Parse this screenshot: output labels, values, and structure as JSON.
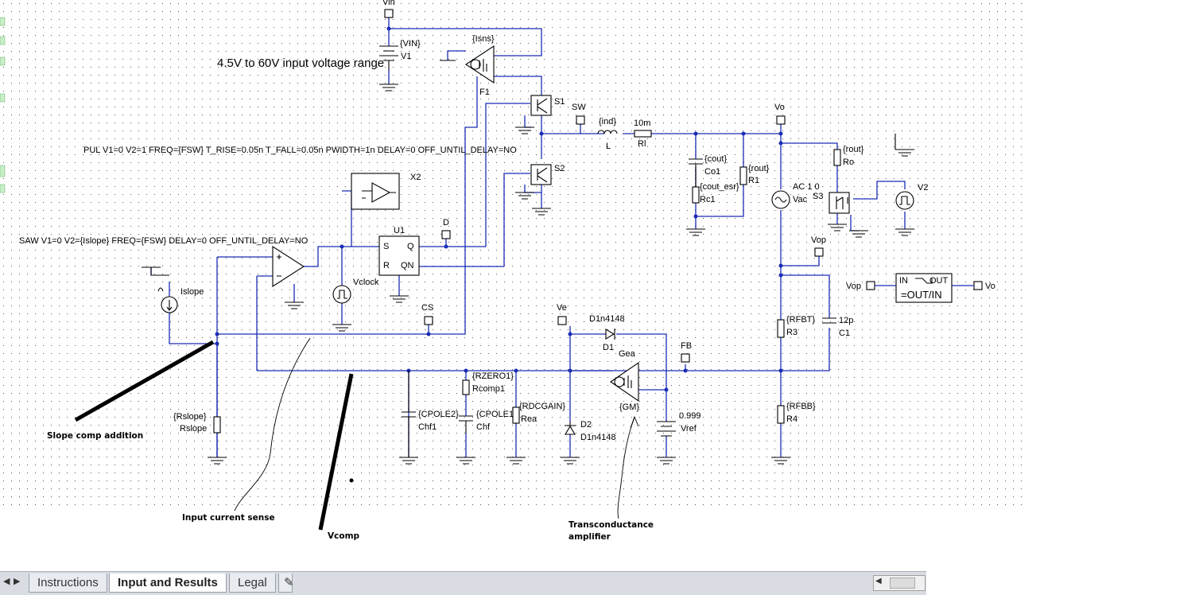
{
  "schematic": {
    "note_input_range": "4.5V to 60V input voltage range",
    "pulse_source_spec": "PUL V1=0 V2=1 FREQ={FSW} T_RISE=0.05n T_FALL=0.05n PWIDTH=1n DELAY=0 OFF_UNTIL_DELAY=NO",
    "saw_source_spec": "SAW V1=0 V2={Islope} FREQ={FSW} DELAY=0 OFF_UNTIL_DELAY=NO",
    "nodes": {
      "vin": "Vin",
      "sw": "SW",
      "vo": "Vo",
      "d": "D",
      "cs": "CS",
      "ve": "Ve",
      "fb": "FB",
      "vop": "Vop",
      "vop_in": "Vop",
      "vo_out": "Vo"
    },
    "components": {
      "v1_value": "{VIN}",
      "v1_name": "V1",
      "f1_value": "{Isns}",
      "f1_name": "F1",
      "s1_name": "S1",
      "s2_name": "S2",
      "l_value": "{ind}",
      "l_name": "L",
      "rl_value": "10m",
      "rl_name": "Rl",
      "co1_value": "{cout}",
      "co1_name": "Co1",
      "rc1_value": "{cout_esr}",
      "rc1_name": "Rc1",
      "r1_value": "{rout}",
      "r1_name": "R1",
      "vac_value": "AC 1 0",
      "vac_name": "Vac",
      "ro_value": "{rout}",
      "ro_name": "Ro",
      "s3_name": "S3",
      "v2_name": "V2",
      "x2_name": "X2",
      "u1_name": "U1",
      "u1_pin_s": "S",
      "u1_pin_r": "R",
      "u1_pin_q": "Q",
      "u1_pin_qn": "QN",
      "vclock_name": "Vclock",
      "islope_name": "Islope",
      "rslope_value": "{Rslope}",
      "rslope_name": "Rslope",
      "chf1_value": "{CPOLE2}",
      "chf1_name": "Chf1",
      "rcomp1_value": "{RZERO1}",
      "rcomp1_name": "Rcomp1",
      "chf_value": "{CPOLE1}",
      "chf_name": "Chf",
      "rea_value": "{RDCGAIN}",
      "rea_name": "Rea",
      "d1_value": "D1n4148",
      "d1_name": "D1",
      "d2_name": "D2",
      "d2_value": "D1n4148",
      "gea_name": "Gea",
      "gea_value": "{GM}",
      "vref_value": "0.999",
      "vref_name": "Vref",
      "r3_value": "{RFBT}",
      "r3_name": "R3",
      "c1_value": "12p",
      "c1_name": "C1",
      "r4_value": "{RFBB}",
      "r4_name": "R4",
      "block_in": "IN",
      "block_out": "OUT",
      "block_expr": "=OUT/IN"
    },
    "annotations": {
      "slope": "Slope comp addition",
      "isense": "Input current sense",
      "vcomp": "Vcomp",
      "gm1": "Transconductance",
      "gm2": "amplifier"
    }
  },
  "tabs": {
    "instructions": "Instructions",
    "input_results": "Input and Results",
    "legal": "Legal"
  }
}
